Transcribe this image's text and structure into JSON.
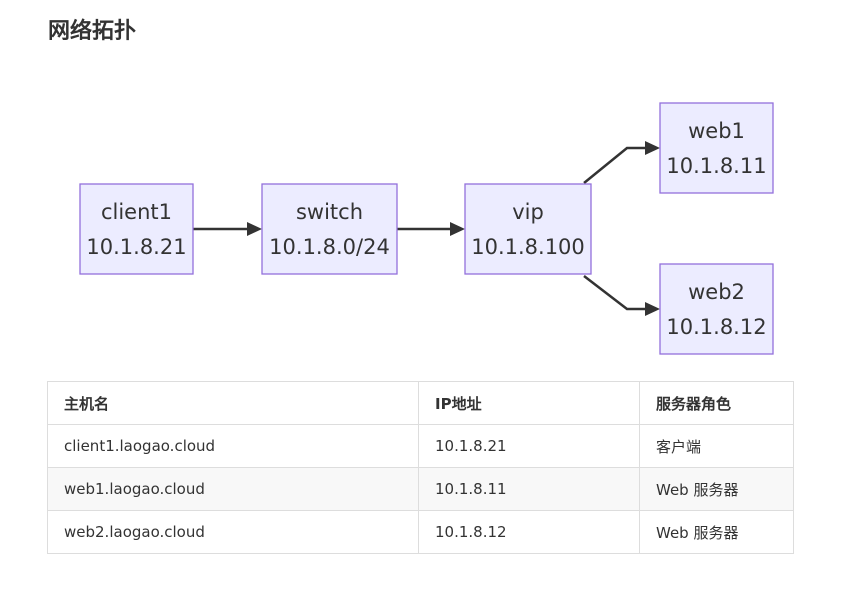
{
  "page": {
    "title": "网络拓扑"
  },
  "diagram": {
    "nodes": [
      {
        "id": "client1",
        "name": "client1",
        "ip": "10.1.8.21"
      },
      {
        "id": "switch",
        "name": "switch",
        "ip": "10.1.8.0/24"
      },
      {
        "id": "vip",
        "name": "vip",
        "ip": "10.1.8.100"
      },
      {
        "id": "web1",
        "name": "web1",
        "ip": "10.1.8.11"
      },
      {
        "id": "web2",
        "name": "web2",
        "ip": "10.1.8.12"
      }
    ],
    "edges": [
      {
        "from": "client1",
        "to": "switch"
      },
      {
        "from": "switch",
        "to": "vip"
      },
      {
        "from": "vip",
        "to": "web1"
      },
      {
        "from": "vip",
        "to": "web2"
      }
    ],
    "colors": {
      "node_fill": "#ececff",
      "node_border": "#9370db",
      "edge": "#333333"
    }
  },
  "table": {
    "headers": [
      "主机名",
      "IP地址",
      "服务器角色"
    ],
    "rows": [
      [
        "client1.laogao.cloud",
        "10.1.8.21",
        "客户端"
      ],
      [
        "web1.laogao.cloud",
        "10.1.8.11",
        "Web 服务器"
      ],
      [
        "web2.laogao.cloud",
        "10.1.8.12",
        "Web 服务器"
      ]
    ]
  }
}
